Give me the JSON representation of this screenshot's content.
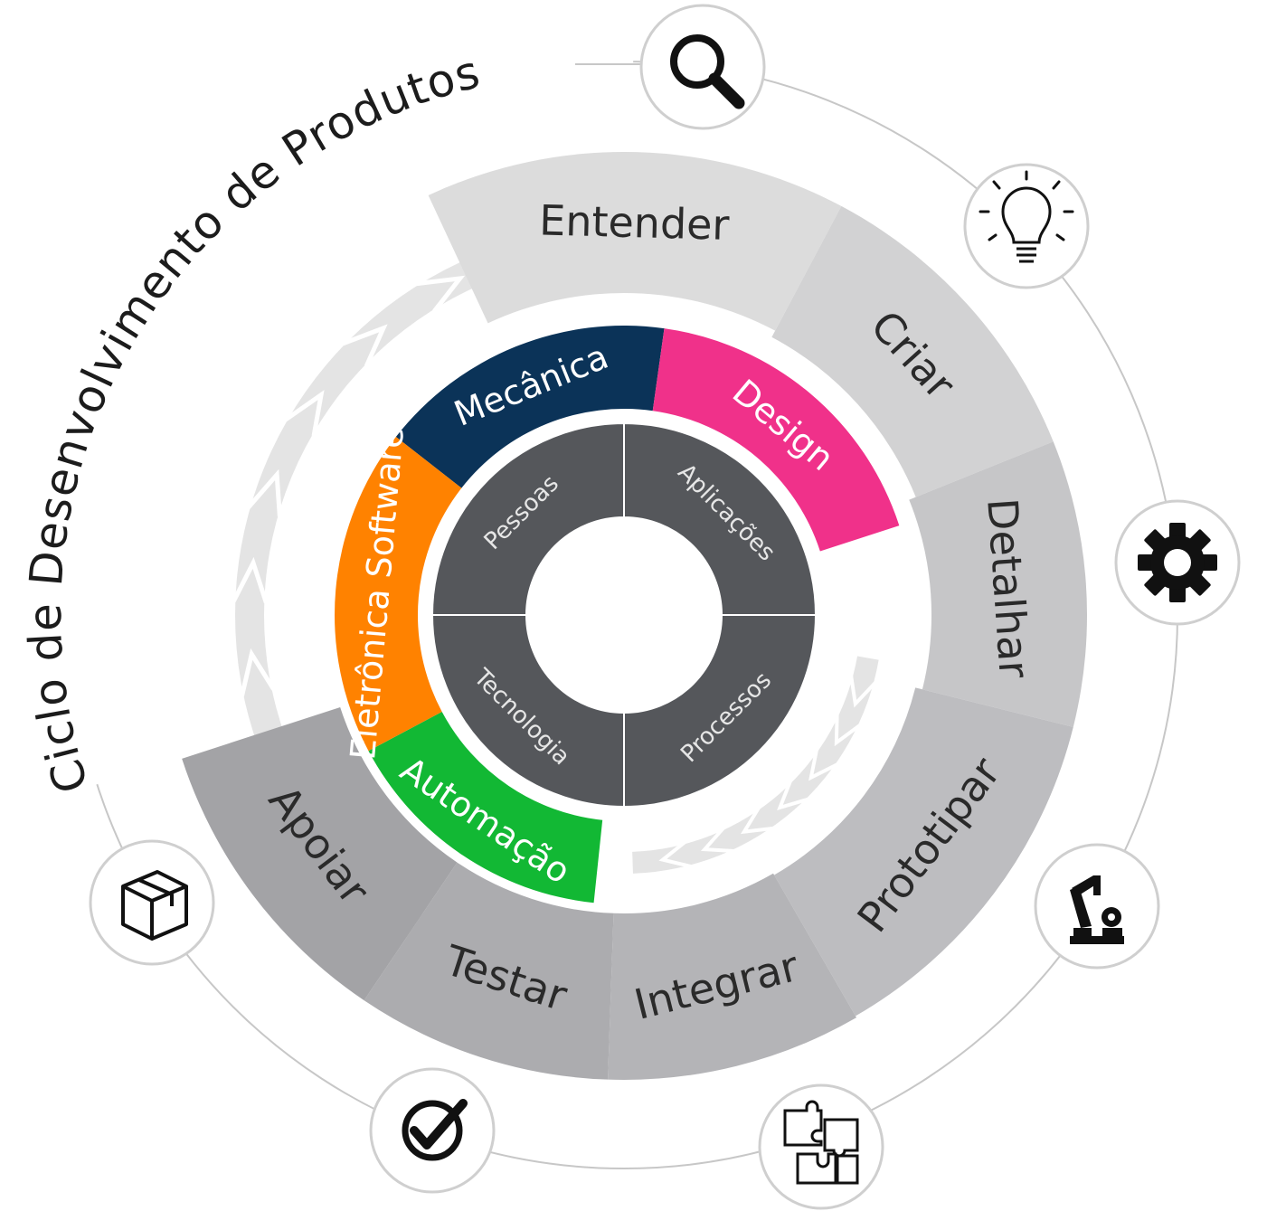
{
  "title": "Ciclo de Desenvolvimento de Produtos",
  "outer_ring": [
    {
      "label": "Entender",
      "color": "#dcdcdc"
    },
    {
      "label": "Criar",
      "color": "#d2d2d3"
    },
    {
      "label": "Detalhar",
      "color": "#c6c6c8"
    },
    {
      "label": "Prototipar",
      "color": "#bdbdc0"
    },
    {
      "label": "Integrar",
      "color": "#b4b4b7"
    },
    {
      "label": "Testar",
      "color": "#acacaf"
    },
    {
      "label": "Apoiar",
      "color": "#a3a3a6"
    }
  ],
  "middle_ring": [
    {
      "label": "Mecânica",
      "color": "#0b3358"
    },
    {
      "label": "Design",
      "color": "#f0318a"
    },
    {
      "label": "Automação",
      "color": "#12b834"
    },
    {
      "label": "Eletrônica Software",
      "color": "#ff8200"
    }
  ],
  "inner_ring": [
    {
      "label": "Pessoas"
    },
    {
      "label": "Aplicações"
    },
    {
      "label": "Processos"
    },
    {
      "label": "Tecnologia"
    }
  ],
  "inner_ring_color": "#55575b",
  "icons": [
    "search-icon",
    "lightbulb-icon",
    "gear-icon",
    "robot-arm-icon",
    "puzzle-icon",
    "checkmark-icon",
    "box-icon"
  ]
}
